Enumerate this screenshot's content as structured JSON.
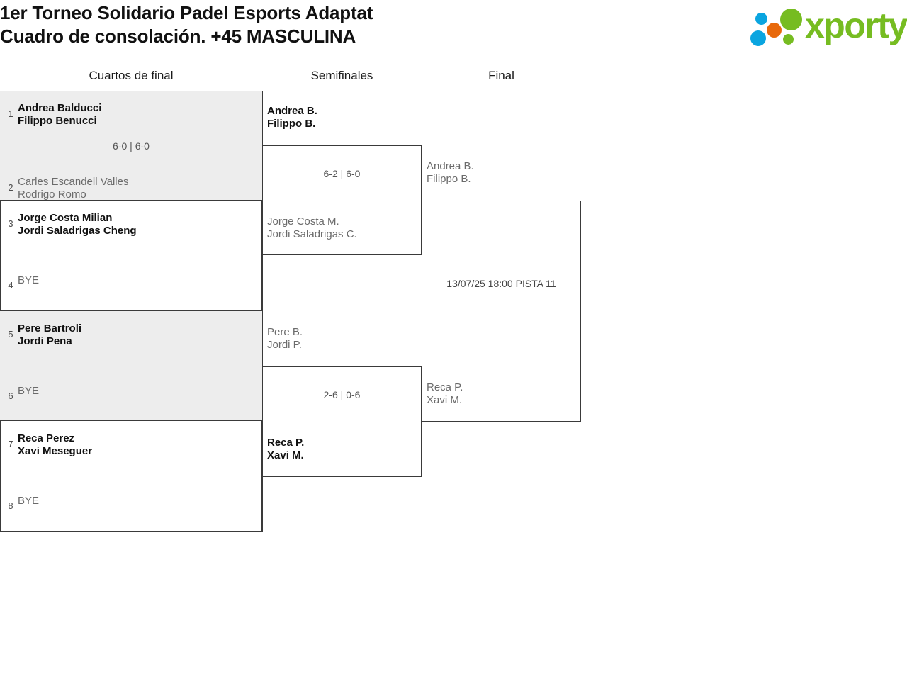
{
  "header": {
    "title_line1": "1er Torneo Solidario Padel Esports Adaptat",
    "title_line2": "Cuadro de consolación. +45 MASCULINA",
    "logo_text": "xporty",
    "logo_colors": {
      "green": "#76bc21",
      "blue": "#0aa5e0",
      "orange": "#e8690b"
    }
  },
  "rounds": [
    {
      "label": "Cuartos de final"
    },
    {
      "label": "Semifinales"
    },
    {
      "label": "Final"
    }
  ],
  "bracket": {
    "quarterfinals": [
      {
        "shaded": true,
        "score": "6-0 | 6-0",
        "top": {
          "seed": "1",
          "line1": "Andrea Balducci",
          "line2": "Filippo Benucci",
          "status": "winner"
        },
        "bottom": {
          "seed": "2",
          "line1": "Carles Escandell Valles",
          "line2": "Rodrigo Romo",
          "status": "loser"
        }
      },
      {
        "shaded": false,
        "score": "",
        "top": {
          "seed": "3",
          "line1": "Jorge Costa Milian",
          "line2": "Jordi Saladrigas Cheng",
          "status": "winner"
        },
        "bottom": {
          "seed": "4",
          "line1": "BYE",
          "line2": "",
          "status": "bye"
        }
      },
      {
        "shaded": true,
        "score": "",
        "top": {
          "seed": "5",
          "line1": "Pere Bartroli",
          "line2": "Jordi Pena",
          "status": "winner"
        },
        "bottom": {
          "seed": "6",
          "line1": "BYE",
          "line2": "",
          "status": "bye"
        }
      },
      {
        "shaded": false,
        "score": "",
        "top": {
          "seed": "7",
          "line1": "Reca Perez",
          "line2": "Xavi Meseguer",
          "status": "winner"
        },
        "bottom": {
          "seed": "8",
          "line1": "BYE",
          "line2": "",
          "status": "bye"
        }
      }
    ],
    "semifinals": [
      {
        "score": "6-2 | 6-0",
        "top": {
          "line1": "Andrea B.",
          "line2": "Filippo B.",
          "status": "winner"
        },
        "bottom": {
          "line1": "Jorge Costa M.",
          "line2": "Jordi Saladrigas C.",
          "status": "loser"
        }
      },
      {
        "score": "2-6 | 0-6",
        "top": {
          "line1": "Pere B.",
          "line2": "Jordi P.",
          "status": "loser"
        },
        "bottom": {
          "line1": "Reca P.",
          "line2": "Xavi M.",
          "status": "winner"
        }
      }
    ],
    "final": {
      "info": "13/07/25 18:00 PISTA 11",
      "top": {
        "line1": "Andrea B.",
        "line2": "Filippo B.",
        "status": "pending"
      },
      "bottom": {
        "line1": "Reca P.",
        "line2": "Xavi M.",
        "status": "pending"
      }
    }
  }
}
